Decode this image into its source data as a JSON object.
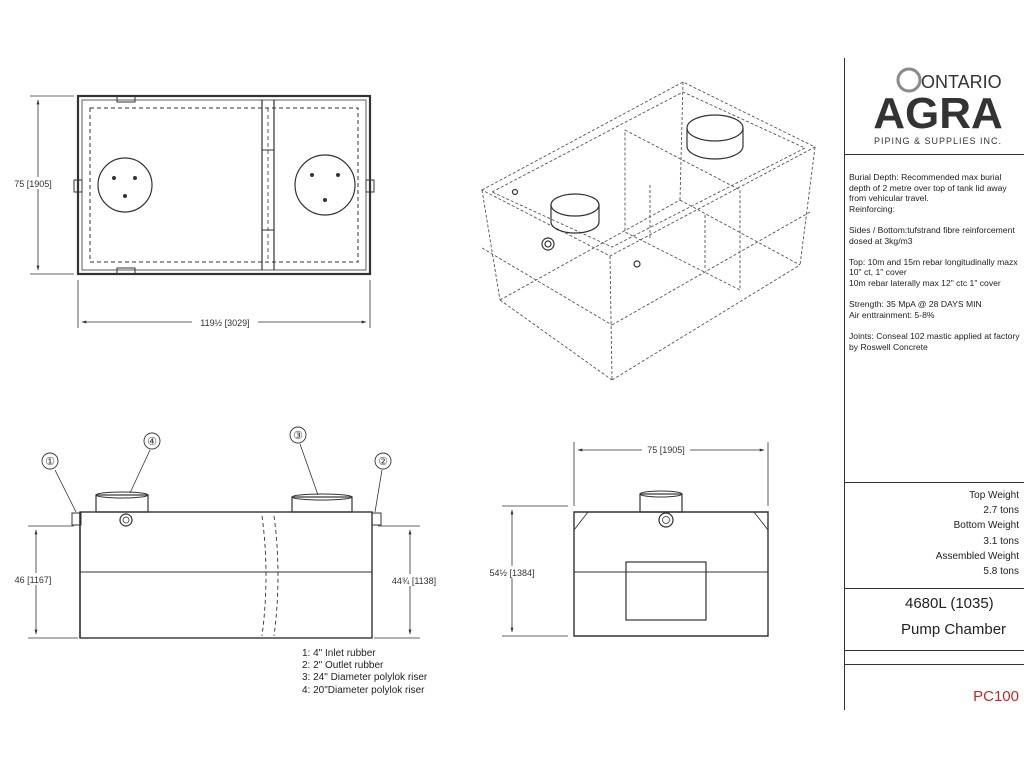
{
  "drawing": {
    "top_view": {
      "height_dim": "75 [1905]",
      "length_dim": "119½ [3029]"
    },
    "front_view": {
      "callouts": [
        "①",
        "④",
        "③",
        "②"
      ],
      "left_height_dim": "46 [1167]",
      "right_height_dim": "44¾ [1138]"
    },
    "end_view": {
      "width_dim": "75 [1905]",
      "height_dim": "54½ [1384]"
    },
    "legend": [
      "1: 4\" Inlet rubber",
      "2: 2\" Outlet rubber",
      "3: 24\" Diameter polylok riser",
      "4: 20\"Diameter polylok riser"
    ]
  },
  "title_block": {
    "logo": {
      "ontario": "ONTARIO",
      "agra": "AGRA",
      "tagline": "PIPING & SUPPLIES INC.",
      "brand_color": "#1f6fb3",
      "grey_color": "#8a8a8a"
    },
    "notes": "Burial Depth: Recommended max burial depth of 2 metre over top of tank lid away from vehicular travel.\nReinforcing:\n\nSides / Bottom:tufstrand fibre reinforcement dosed at 3kg/m3\n\nTop: 10m and 15m rebar longitudinally mazx 10\" ct, 1\" cover\n10m rebar laterally max 12\" ctc 1\" cover\n\nStrength: 35 MpA @ 28 DAYS MIN\nAir enttrainment: 5-8%\n\nJoints: Conseal 102 mastic applied at factory by Roswell Concrete",
    "weights": {
      "top_label": "Top Weight",
      "top_value": "2.7 tons",
      "bottom_label": "Bottom Weight",
      "bottom_value": "3.1 tons",
      "assembled_label": "Assembled Weight",
      "assembled_value": "5.8 tons"
    },
    "model": "4680L (1035)",
    "description": "Pump Chamber",
    "drawing_code": "PC100",
    "code_color": "#c62828"
  }
}
